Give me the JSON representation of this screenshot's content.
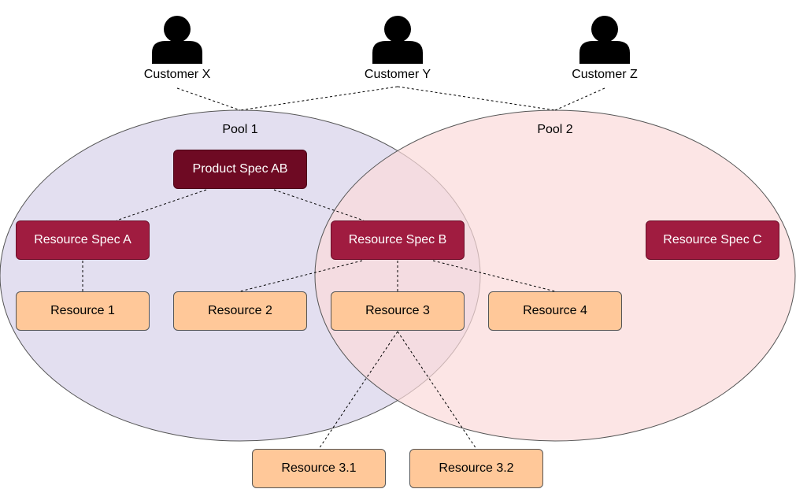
{
  "customers": [
    {
      "label": "Customer X",
      "icon": "person-icon"
    },
    {
      "label": "Customer Y",
      "icon": "person-icon"
    },
    {
      "label": "Customer Z",
      "icon": "person-icon"
    }
  ],
  "pools": [
    {
      "label": "Pool 1",
      "color": "#e3dff0"
    },
    {
      "label": "Pool 2",
      "color": "#fde4e4"
    }
  ],
  "product_spec": {
    "label": "Product Spec AB",
    "color": "#6e0a23"
  },
  "resource_specs": [
    {
      "label": "Resource Spec A"
    },
    {
      "label": "Resource Spec B"
    },
    {
      "label": "Resource Spec C"
    }
  ],
  "resources": [
    {
      "label": "Resource 1"
    },
    {
      "label": "Resource 2"
    },
    {
      "label": "Resource 3"
    },
    {
      "label": "Resource 4"
    },
    {
      "label": "Resource 3.1"
    },
    {
      "label": "Resource 3.2"
    }
  ],
  "colors": {
    "resource_spec": "#a01c40",
    "resource": "#ffc899"
  }
}
